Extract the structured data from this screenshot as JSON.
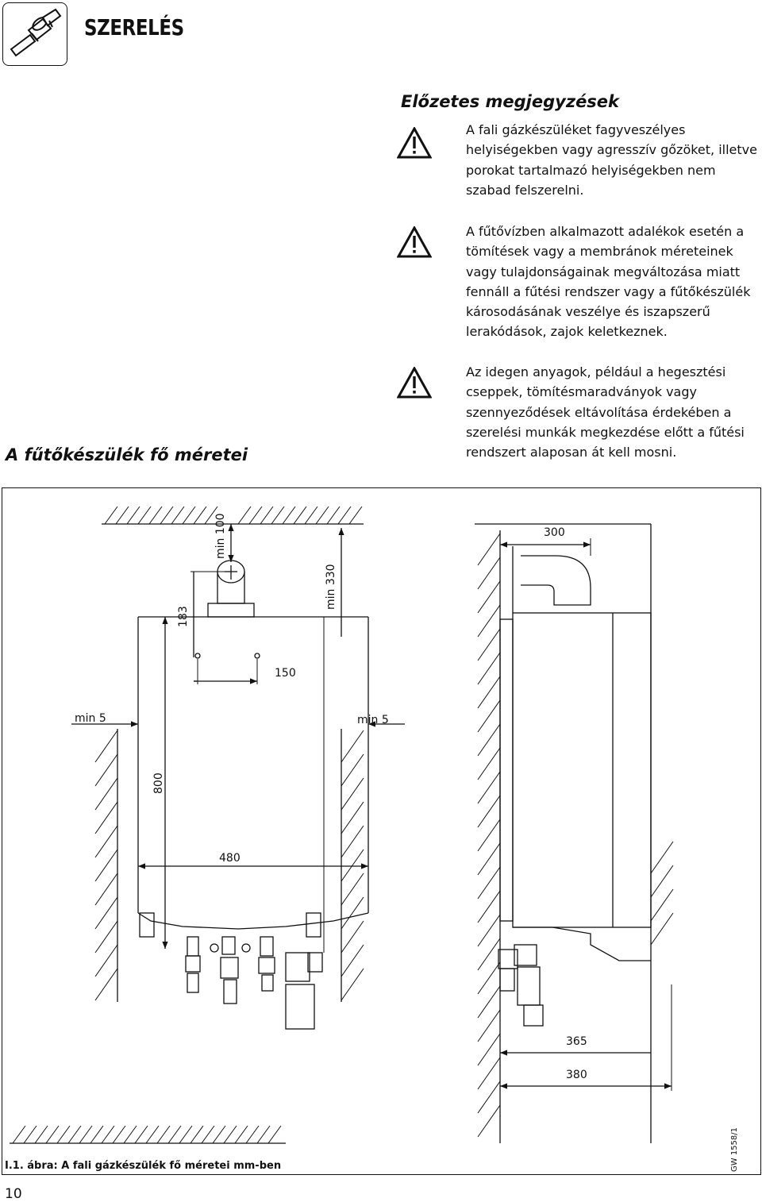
{
  "header": {
    "title": "SZERELÉS",
    "icon": "pipe-fitting-icon"
  },
  "notes_section": {
    "title": "Előzetes megjegyzések",
    "warning_icon": "warning-triangle-icon",
    "notes": [
      "A fali gázkészüléket fagyveszélyes helyiségekben vagy agresszív gőzöket, illetve porokat tartalmazó helyiségekben nem szabad felszerelni.",
      "A fűtővízben alkalmazott adalékok esetén a tömítések vagy a membránok méreteinek vagy tulajdonságainak megváltozása miatt fennáll a fűtési rendszer vagy a fűtőkészülék károsodásának veszélye és iszapszerű lerakódások, zajok keletkeznek.",
      "Az idegen anyagok, például a hegesztési cseppek, tömítésmaradványok vagy szennyeződések eltávolítása érdekében a szerelési munkák megkezdése előtt a fűtési rendszert alaposan át kell mosni."
    ]
  },
  "dimensions_section": {
    "title": "A fűtőkészülék fő méretei"
  },
  "figure": {
    "front_dimensions": {
      "top_clearance": "min 100",
      "flue_offset": "183",
      "side_height": "min 330",
      "flue_spacing": "150",
      "left_clearance": "min 5",
      "right_clearance": "min 5",
      "height": "800",
      "width": "480"
    },
    "side_dimensions": {
      "flue_length": "300",
      "depth_inner": "365",
      "depth_outer": "380"
    },
    "caption": "I.1. ábra:  A fali gázkészülék fő méretei  mm-ben",
    "code": "GW 1558/1"
  },
  "page_number": "10"
}
